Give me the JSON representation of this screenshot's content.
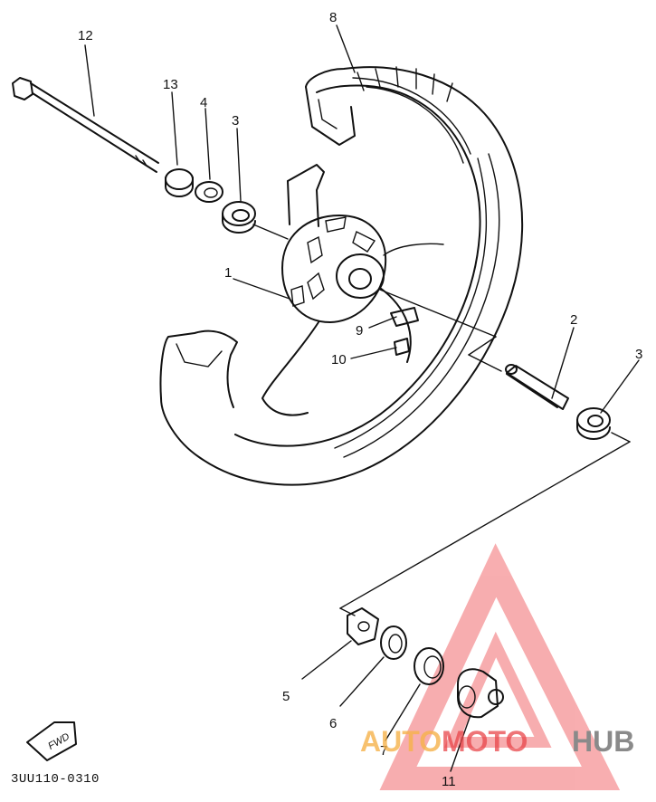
{
  "callouts": [
    {
      "id": "c12",
      "text": "12"
    },
    {
      "id": "c13",
      "text": "13"
    },
    {
      "id": "c4",
      "text": "4"
    },
    {
      "id": "c3a",
      "text": "3"
    },
    {
      "id": "c8",
      "text": "8"
    },
    {
      "id": "c1",
      "text": "1"
    },
    {
      "id": "c9",
      "text": "9"
    },
    {
      "id": "c10",
      "text": "10"
    },
    {
      "id": "c2",
      "text": "2"
    },
    {
      "id": "c3b",
      "text": "3"
    },
    {
      "id": "c5",
      "text": "5"
    },
    {
      "id": "c6",
      "text": "6"
    },
    {
      "id": "c7",
      "text": "7"
    },
    {
      "id": "c11",
      "text": "11"
    }
  ],
  "fwd_label": "FWD",
  "drawing_code": "3UU110-0310",
  "watermark": {
    "text_part1": "AUTO",
    "text_part2": "MOTO",
    "text_part3": "HUB",
    "color_orange": "#f5b24a",
    "color_red": "#e8464a",
    "color_gray": "#8a8a8a"
  }
}
